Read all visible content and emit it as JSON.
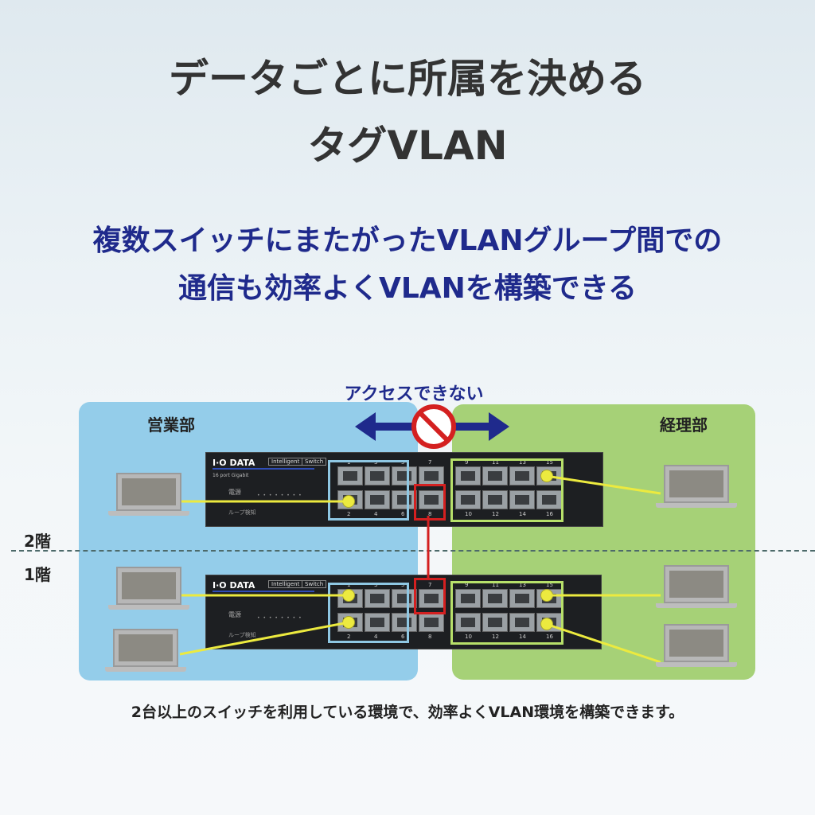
{
  "title": {
    "line1": "データごとに所属を決める",
    "line2": "タグVLAN"
  },
  "subtitle": {
    "line1": "複数スイッチにまたがったVLANグループ間での",
    "line2": "通信も効率よくVLANを構築できる"
  },
  "zones": {
    "left_label": "営業部",
    "right_label": "経理部"
  },
  "access_label": "アクセスできない",
  "floors": {
    "upper": "2階",
    "lower": "1階"
  },
  "switch": {
    "brand": "I·O DATA",
    "model_tag1": "Intelligent",
    "model_tag2": "Switch",
    "ports_text": "16 port Gigabit",
    "power_label": "電源",
    "loop_label": "ループ検知",
    "top_numbers": [
      "1",
      "3",
      "5",
      "7",
      "9",
      "11",
      "13",
      "15"
    ],
    "bottom_numbers": [
      "2",
      "4",
      "6",
      "8",
      "10",
      "12",
      "14",
      "16"
    ]
  },
  "caption": "2台以上のスイッチを利用している環境で、効率よくVLAN環境を構築できます。",
  "colors": {
    "title": "#333333",
    "subtitle": "#1f2a8c",
    "zone_sales": "#94cdea",
    "zone_accounting": "#a6d177",
    "vlan_sales_group": "#8ec7e3",
    "vlan_accounting_group": "#b7e06a",
    "tagged_port": "#d42020",
    "cable": "#ecea3f",
    "arrow": "#1f2a8c",
    "no_access": "#d42020"
  }
}
